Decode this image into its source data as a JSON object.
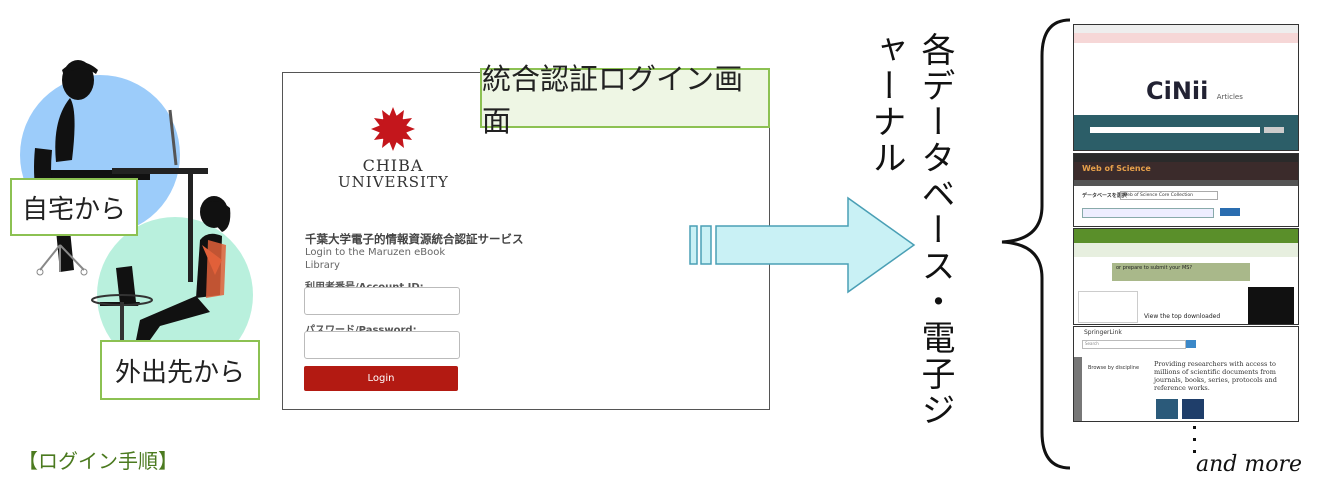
{
  "labels": {
    "home": "自宅から",
    "outside": "外出先から",
    "login_screen_title": "統合認証ログイン画面",
    "databases_vertical": "各データベース・電子ジャーナル",
    "and_more": "and more",
    "login_procedure": "【ログイン手順】"
  },
  "login_panel": {
    "university_line1": "CHIBA",
    "university_line2": "UNIVERSITY",
    "service_title": "千葉大学電子的情報資源統合認証サービス",
    "subtitle_line1": "Login to the Maruzen eBook",
    "subtitle_line2": "Library",
    "account_label": "利用者番号/Account ID:",
    "password_label": "パスワード/Password:",
    "login_button": "Login"
  },
  "screenshots": {
    "cinii": {
      "logo": "CiNii",
      "sub": "Articles"
    },
    "wos": {
      "title": "Web of Science",
      "db_label": "データベースを選択",
      "db_value": "Web of Science Core Collection"
    },
    "science": {
      "banner": "or prepare to submit your MS?",
      "view_text": "View the top downloaded"
    },
    "springer": {
      "logo": "SpringerLink",
      "search_placeholder": "Search",
      "headline": "Providing researchers with access to millions of scientific documents from journals, books, series, protocols and reference works.",
      "browse": "Browse by discipline"
    }
  },
  "colors": {
    "green_border": "#8cc152",
    "login_red": "#b31a12",
    "arrow_fill": "#c9f1f5",
    "arrow_stroke": "#4a9fb5",
    "cinii_teal": "#2c5e68",
    "wos_dark": "#3b2b2b",
    "science_green": "#5a8f2a"
  }
}
